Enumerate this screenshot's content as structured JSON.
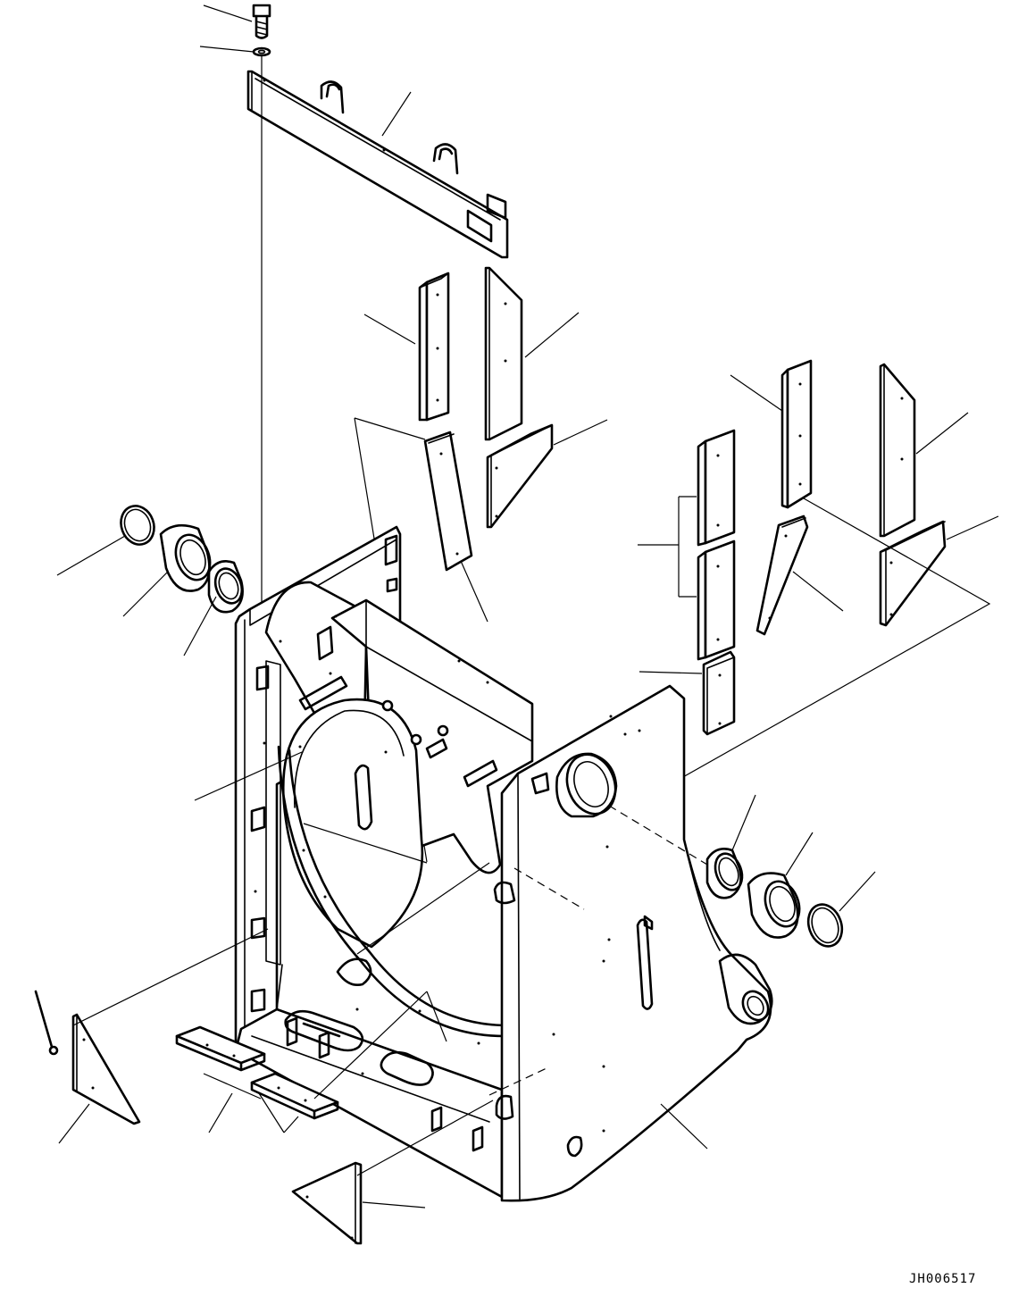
{
  "drawing": {
    "id": "JH006517"
  },
  "parts": [
    {
      "name": "bolt-part"
    },
    {
      "name": "washer-part"
    },
    {
      "name": "top-cover-plate-part"
    },
    {
      "name": "liner-plate-upper-left-part"
    },
    {
      "name": "liner-plate-upper-wedge-part"
    },
    {
      "name": "liner-plate-upper-small-part"
    },
    {
      "name": "liner-plate-upper-angled-part"
    },
    {
      "name": "liner-plate-right-tall-part"
    },
    {
      "name": "liner-plate-right-wedge-part"
    },
    {
      "name": "liner-plate-right-small-part"
    },
    {
      "name": "liner-plate-right-angled-part"
    },
    {
      "name": "liner-plate-pair-part"
    },
    {
      "name": "liner-plate-lower-right-part"
    },
    {
      "name": "snap-ring-left-part"
    },
    {
      "name": "bushing-large-left-part"
    },
    {
      "name": "bushing-small-left-part"
    },
    {
      "name": "snap-ring-right-part"
    },
    {
      "name": "bushing-large-right-part"
    },
    {
      "name": "bushing-small-right-part"
    },
    {
      "name": "boom-bracket-frame-part"
    },
    {
      "name": "pin-part"
    },
    {
      "name": "triangle-plate-left-part"
    },
    {
      "name": "floor-liner-pair-part"
    },
    {
      "name": "triangle-plate-bottom-part"
    }
  ]
}
